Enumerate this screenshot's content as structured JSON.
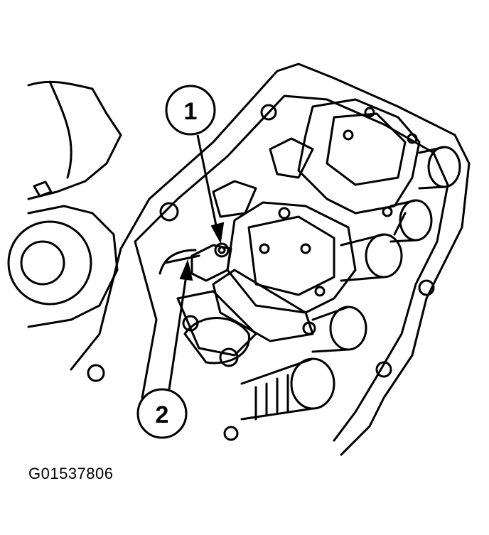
{
  "diagram": {
    "callouts": [
      {
        "id": "1",
        "label": "1"
      },
      {
        "id": "2",
        "label": "2"
      }
    ],
    "figure_id": "G01537806",
    "colors": {
      "ink": "#000000",
      "paper": "#ffffff"
    }
  }
}
